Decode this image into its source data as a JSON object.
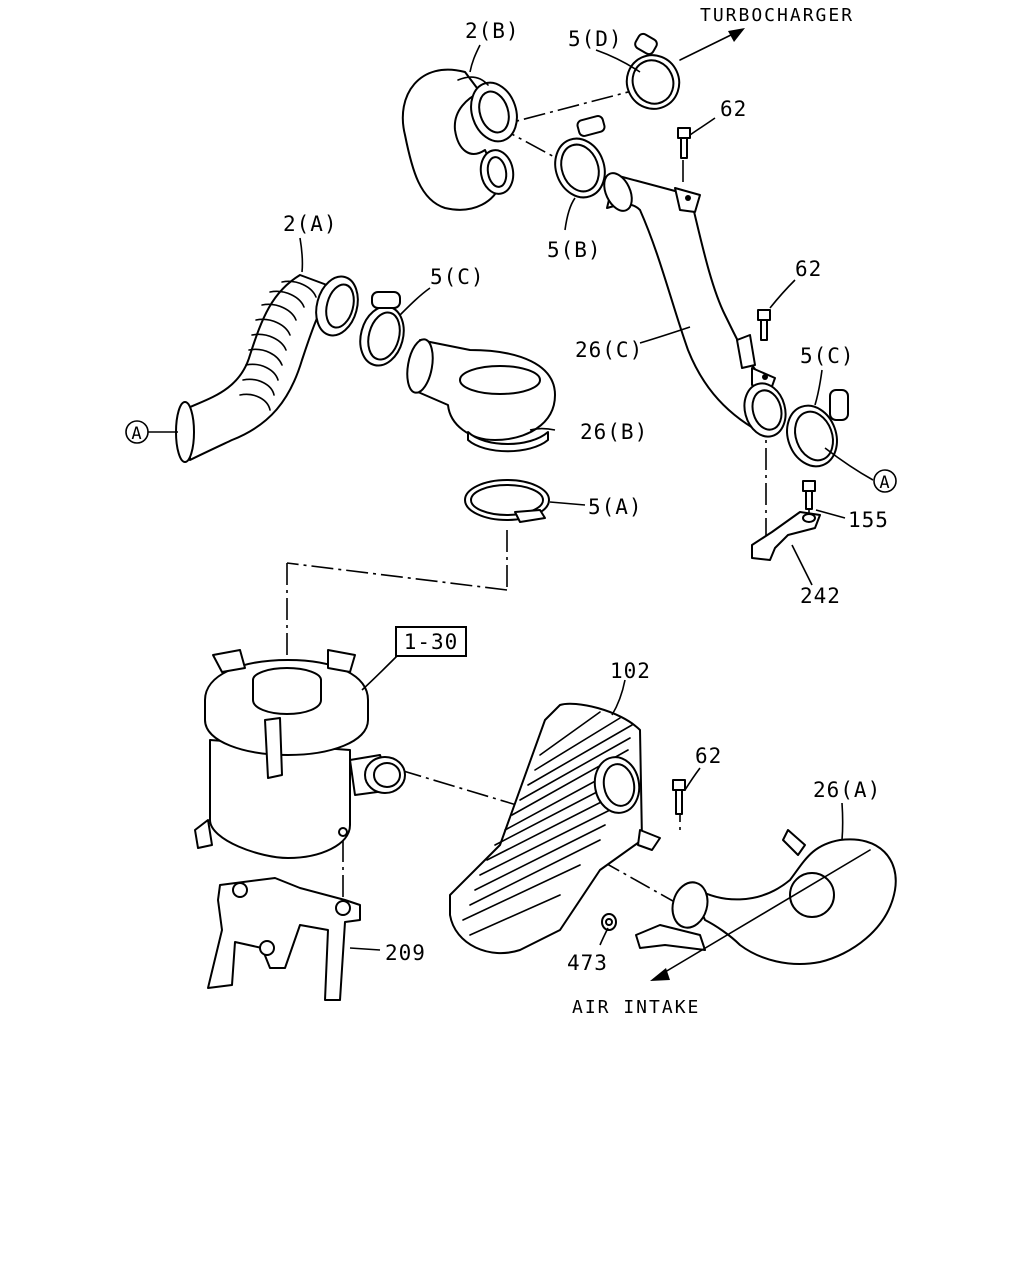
{
  "labels": {
    "turbocharger": "TURBOCHARGER",
    "air_intake": "AIR INTAKE",
    "p2b": "2(B)",
    "p5d": "5(D)",
    "p62_top": "62",
    "p5b": "5(B)",
    "p2a": "2(A)",
    "p5c_left": "5(C)",
    "p62_mid": "62",
    "p26c": "26(C)",
    "p5c_right": "5(C)",
    "p26b": "26(B)",
    "ref_a_left": "A",
    "ref_a_right": "A",
    "p5a": "5(A)",
    "p155": "155",
    "p242": "242",
    "p1_30": "1-30",
    "p102": "102",
    "p62_low": "62",
    "p26a": "26(A)",
    "p473": "473",
    "p209": "209"
  }
}
